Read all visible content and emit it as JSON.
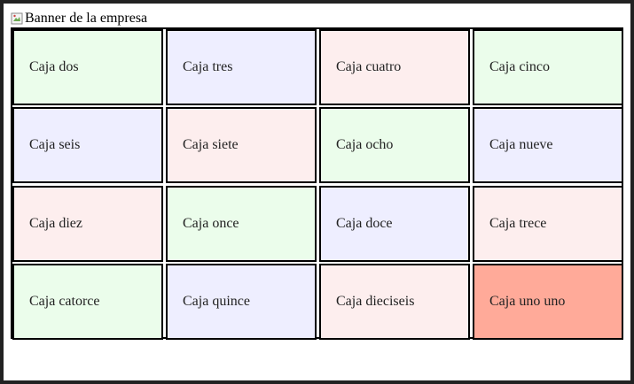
{
  "banner": {
    "alt_text": "Banner de la empresa",
    "icon": "broken-image-icon"
  },
  "colors": {
    "green": "#ebfdeb",
    "blue": "#eeeeff",
    "pink": "#fdeeee",
    "salmon": "#ffaa99"
  },
  "boxes": [
    {
      "label": "Caja dos",
      "color": "#ebfdeb"
    },
    {
      "label": "Caja tres",
      "color": "#eeeeff"
    },
    {
      "label": "Caja cuatro",
      "color": "#fdeeee"
    },
    {
      "label": "Caja cinco",
      "color": "#ebfdeb"
    },
    {
      "label": "Caja seis",
      "color": "#eeeeff"
    },
    {
      "label": "Caja siete",
      "color": "#fdeeee"
    },
    {
      "label": "Caja ocho",
      "color": "#ebfdeb"
    },
    {
      "label": "Caja nueve",
      "color": "#eeeeff"
    },
    {
      "label": "Caja diez",
      "color": "#fdeeee"
    },
    {
      "label": "Caja once",
      "color": "#ebfdeb"
    },
    {
      "label": "Caja doce",
      "color": "#eeeeff"
    },
    {
      "label": "Caja trece",
      "color": "#fdeeee"
    },
    {
      "label": "Caja catorce",
      "color": "#ebfdeb"
    },
    {
      "label": "Caja quince",
      "color": "#eeeeff"
    },
    {
      "label": "Caja dieciseis",
      "color": "#fdeeee"
    },
    {
      "label": "Caja uno uno",
      "color": "#ffaa99"
    }
  ]
}
